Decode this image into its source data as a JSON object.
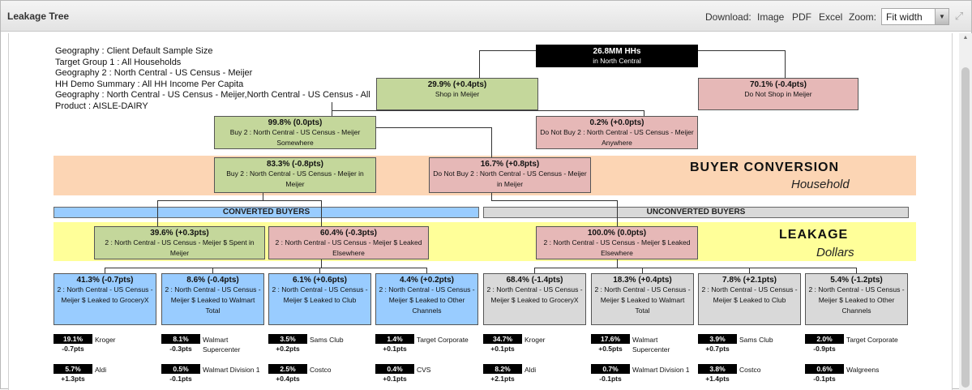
{
  "window": {
    "title": "Leakage Tree",
    "download_label": "Download:",
    "download_image": "Image",
    "download_pdf": "PDF",
    "download_excel": "Excel",
    "zoom_label": "Zoom:",
    "zoom_value": "Fit width"
  },
  "meta": [
    "Geography : Client Default Sample Size",
    "Target Group 1 : All Households",
    "Geography 2 : North Central - US Census - Meijer",
    "HH Demo Summary : All HH Income Per Capita",
    "Geography : North Central - US Census - Meijer,North Central - US Census - All",
    "Product : AISLE-DAIRY"
  ],
  "bands": {
    "buyer_title": "BUYER CONVERSION",
    "buyer_sub": "Household",
    "leakage_title": "LEAKAGE",
    "leakage_sub": "Dollars",
    "converted": "CONVERTED BUYERS",
    "unconverted": "UNCONVERTED BUYERS"
  },
  "nodes": {
    "root": {
      "pct": "26.8MM HHs",
      "desc": "in North Central"
    },
    "shop": {
      "pct": "29.9% (+0.4pts)",
      "desc": "Shop in Meijer"
    },
    "noshop": {
      "pct": "70.1% (-0.4pts)",
      "desc": "Do Not Shop in Meijer"
    },
    "buy_some": {
      "pct": "99.8% (0.0pts)",
      "desc": "Buy 2 : North Central - US Census - Meijer Somewhere"
    },
    "nobuy_any": {
      "pct": "0.2% (+0.0pts)",
      "desc": "Do Not Buy 2 : North Central - US Census - Meijer Anywhere"
    },
    "buy_in": {
      "pct": "83.3% (-0.8pts)",
      "desc": "Buy 2 : North Central - US Census - Meijer in Meijer"
    },
    "nobuy_in": {
      "pct": "16.7% (+0.8pts)",
      "desc": "Do Not Buy 2 : North Central - US Census - Meijer in Meijer"
    },
    "spent_in": {
      "pct": "39.6% (+0.3pts)",
      "desc": "2 : North Central - US Census - Meijer $ Spent in Meijer"
    },
    "leaked_conv": {
      "pct": "60.4% (-0.3pts)",
      "desc": "2 : North Central - US Census - Meijer $ Leaked Elsewhere"
    },
    "leaked_unconv": {
      "pct": "100.0% (0.0pts)",
      "desc": "2 : North Central - US Census - Meijer $ Leaked Elsewhere"
    }
  },
  "channels": [
    {
      "pct": "41.3% (-0.7pts)",
      "desc": "2 : North Central - US Census - Meijer $ Leaked to GroceryX"
    },
    {
      "pct": "8.6% (-0.4pts)",
      "desc": "2 : North Central - US Census - Meijer $ Leaked to Walmart Total"
    },
    {
      "pct": "6.1% (+0.6pts)",
      "desc": "2 : North Central - US Census - Meijer $ Leaked to Club"
    },
    {
      "pct": "4.4% (+0.2pts)",
      "desc": "2 : North Central - US Census - Meijer $ Leaked to Other Channels"
    },
    {
      "pct": "68.4% (-1.4pts)",
      "desc": "2 : North Central - US Census - Meijer $ Leaked to GroceryX"
    },
    {
      "pct": "18.3% (+0.4pts)",
      "desc": "2 : North Central - US Census - Meijer $ Leaked to Walmart Total"
    },
    {
      "pct": "7.8% (+2.1pts)",
      "desc": "2 : North Central - US Census - Meijer $ Leaked to Club"
    },
    {
      "pct": "5.4% (-1.2pts)",
      "desc": "2 : North Central - US Census - Meijer $ Leaked to Other Channels"
    }
  ],
  "retailers": [
    [
      {
        "val": "19.1%",
        "chg": "-0.7pts",
        "name": "Kroger"
      },
      {
        "val": "5.7%",
        "chg": "+1.3pts",
        "name": "Aldi"
      }
    ],
    [
      {
        "val": "8.1%",
        "chg": "-0.3pts",
        "name": "Walmart Supercenter"
      },
      {
        "val": "0.5%",
        "chg": "-0.1pts",
        "name": "Walmart Division 1"
      }
    ],
    [
      {
        "val": "3.5%",
        "chg": "+0.2pts",
        "name": "Sams Club"
      },
      {
        "val": "2.5%",
        "chg": "+0.4pts",
        "name": "Costco"
      }
    ],
    [
      {
        "val": "1.4%",
        "chg": "+0.1pts",
        "name": "Target Corporate"
      },
      {
        "val": "0.4%",
        "chg": "+0.1pts",
        "name": "CVS"
      }
    ],
    [
      {
        "val": "34.7%",
        "chg": "+0.1pts",
        "name": "Kroger"
      },
      {
        "val": "8.2%",
        "chg": "+2.1pts",
        "name": "Aldi"
      }
    ],
    [
      {
        "val": "17.6%",
        "chg": "+0.5pts",
        "name": "Walmart Supercenter"
      },
      {
        "val": "0.7%",
        "chg": "-0.1pts",
        "name": "Walmart Division 1"
      }
    ],
    [
      {
        "val": "3.9%",
        "chg": "+0.7pts",
        "name": "Sams Club"
      },
      {
        "val": "3.8%",
        "chg": "+1.4pts",
        "name": "Costco"
      }
    ],
    [
      {
        "val": "2.0%",
        "chg": "-0.9pts",
        "name": "Target Corporate"
      },
      {
        "val": "0.6%",
        "chg": "-0.1pts",
        "name": "Walgreens"
      }
    ]
  ]
}
